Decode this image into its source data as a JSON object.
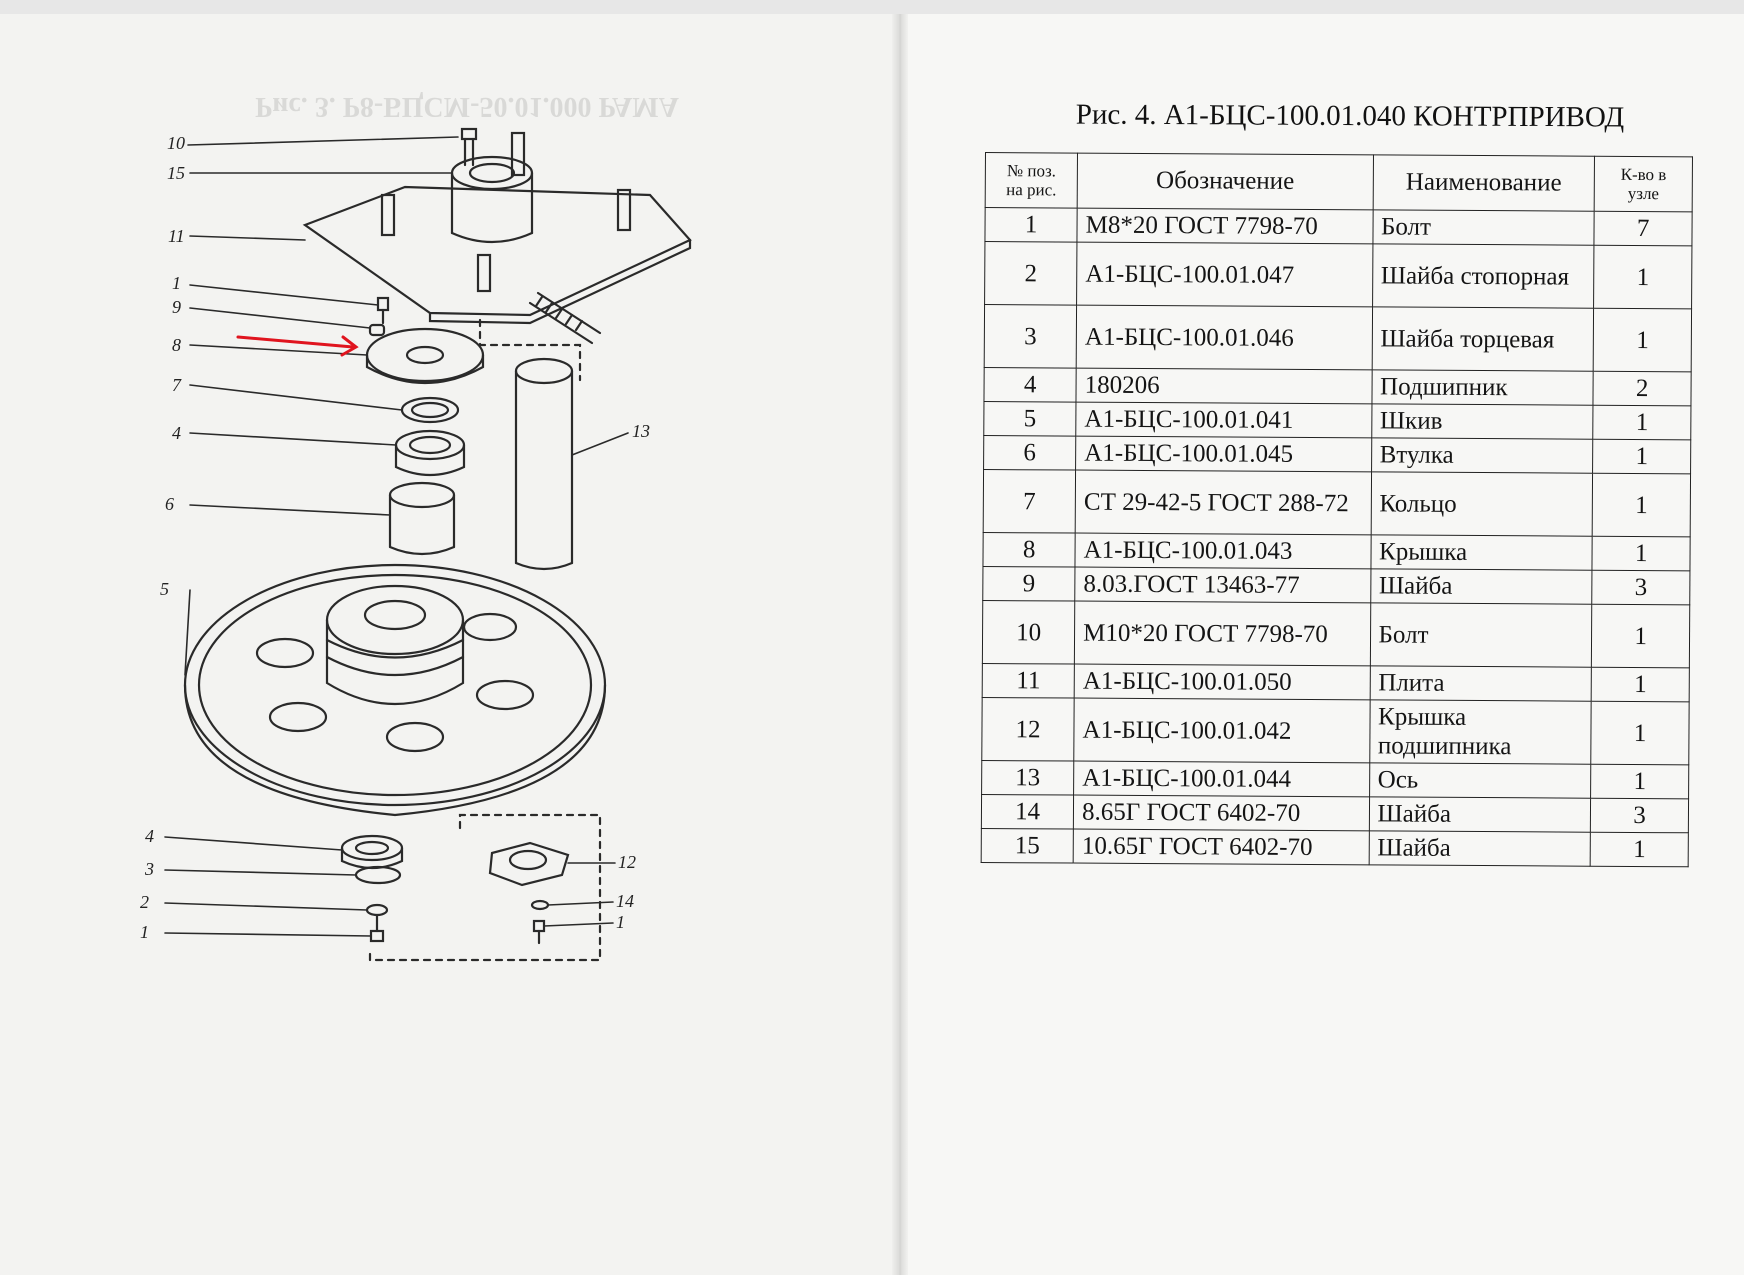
{
  "left_page": {
    "ghost_title": "Рис. 3. Р8-БЦСМ-50.01.000 РАМА",
    "callouts": [
      "10",
      "15",
      "11",
      "1",
      "9",
      "8",
      "7",
      "4",
      "6",
      "5",
      "13",
      "4",
      "3",
      "2",
      "1",
      "12",
      "14",
      "1"
    ]
  },
  "right_page": {
    "title": "Рис. 4. А1-БЦС-100.01.040 КОНТРПРИВОД",
    "table": {
      "headers": {
        "pos_line1": "№ поз.",
        "pos_line2": "на рис.",
        "designation": "Обозначение",
        "name": "Наименование",
        "qty_line1": "К-во в",
        "qty_line2": "узле"
      },
      "rows": [
        {
          "pos": "1",
          "designation": "М8*20 ГОСТ 7798-70",
          "name": "Болт",
          "qty": "7"
        },
        {
          "pos": "2",
          "designation": "А1-БЦС-100.01.047",
          "name": "Шайба стопорная",
          "qty": "1"
        },
        {
          "pos": "3",
          "designation": "А1-БЦС-100.01.046",
          "name": "Шайба торцевая",
          "qty": "1"
        },
        {
          "pos": "4",
          "designation": "180206",
          "name": "Подшипник",
          "qty": "2"
        },
        {
          "pos": "5",
          "designation": "А1-БЦС-100.01.041",
          "name": "Шкив",
          "qty": "1"
        },
        {
          "pos": "6",
          "designation": "А1-БЦС-100.01.045",
          "name": "Втулка",
          "qty": "1"
        },
        {
          "pos": "7",
          "designation": "СТ 29-42-5 ГОСТ 288-72",
          "name": "Кольцо",
          "qty": "1"
        },
        {
          "pos": "8",
          "designation": "А1-БЦС-100.01.043",
          "name": "Крышка",
          "qty": "1"
        },
        {
          "pos": "9",
          "designation": "8.03.ГОСТ 13463-77",
          "name": "Шайба",
          "qty": "3"
        },
        {
          "pos": "10",
          "designation": "М10*20 ГОСТ 7798-70",
          "name": "Болт",
          "qty": "1"
        },
        {
          "pos": "11",
          "designation": "А1-БЦС-100.01.050",
          "name": "Плита",
          "qty": "1"
        },
        {
          "pos": "12",
          "designation": "А1-БЦС-100.01.042",
          "name": "Крышка подшипника",
          "qty": "1"
        },
        {
          "pos": "13",
          "designation": "А1-БЦС-100.01.044",
          "name": "Ось",
          "qty": "1"
        },
        {
          "pos": "14",
          "designation": "8.65Г ГОСТ 6402-70",
          "name": "Шайба",
          "qty": "3"
        },
        {
          "pos": "15",
          "designation": "10.65Г ГОСТ 6402-70",
          "name": "Шайба",
          "qty": "1"
        }
      ]
    }
  },
  "colors": {
    "ink": "#141414",
    "drawing_line": "#2a2a2a",
    "ghost": "#d9d9d7",
    "arrow": "#e0141e"
  }
}
